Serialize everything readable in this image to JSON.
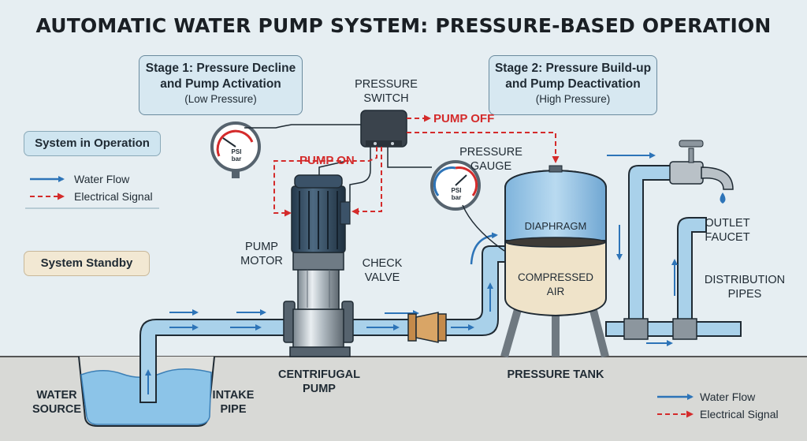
{
  "title": "AUTOMATIC WATER PUMP SYSTEM: PRESSURE-BASED OPERATION",
  "stage1": {
    "title_line1": "Stage 1: Pressure Decline",
    "title_line2": "and Pump Activation",
    "subtitle": "(Low Pressure)"
  },
  "stage2": {
    "title_line1": "Stage 2: Pressure Build-up",
    "title_line2": "and Pump Deactivation",
    "subtitle": "(High Pressure)"
  },
  "status": {
    "operation": "System in Operation",
    "standby": "System Standby"
  },
  "legend_top": {
    "water": "Water Flow",
    "electrical": "Electrical Signal"
  },
  "legend_bottom": {
    "water": "Water Flow",
    "electrical": "Electrical Signal"
  },
  "labels": {
    "pressure_switch_1": "PRESSURE",
    "pressure_switch_2": "SWITCH",
    "pump_off": "PUMP OFF",
    "pump_on": "PUMP ON",
    "pressure_gauge_1": "PRESSURE",
    "pressure_gauge_2": "GAUGE",
    "pump_motor_1": "PUMP",
    "pump_motor_2": "MOTOR",
    "check_valve_1": "CHECK",
    "check_valve_2": "VALVE",
    "diaphragm": "DIAPHRAGM",
    "compressed_1": "COMPRESSED",
    "compressed_2": "AIR",
    "outlet_1": "OUTLET",
    "outlet_2": "FAUCET",
    "distribution_1": "DISTRIBUTION",
    "distribution_2": "PIPES",
    "centrifugal_1": "CENTRIFUGAL",
    "centrifugal_2": "PUMP",
    "pressure_tank": "PRESSURE TANK",
    "water_source_1": "WATER",
    "water_source_2": "SOURCE",
    "intake_1": "INTAKE",
    "intake_2": "PIPE",
    "gauge_unit_1": "PSI",
    "gauge_unit_2": "bar"
  },
  "colors": {
    "water": "#2d74b8",
    "signal": "#d42b2b",
    "pipe": "#a9d1ea",
    "stroke": "#1f2a33"
  }
}
